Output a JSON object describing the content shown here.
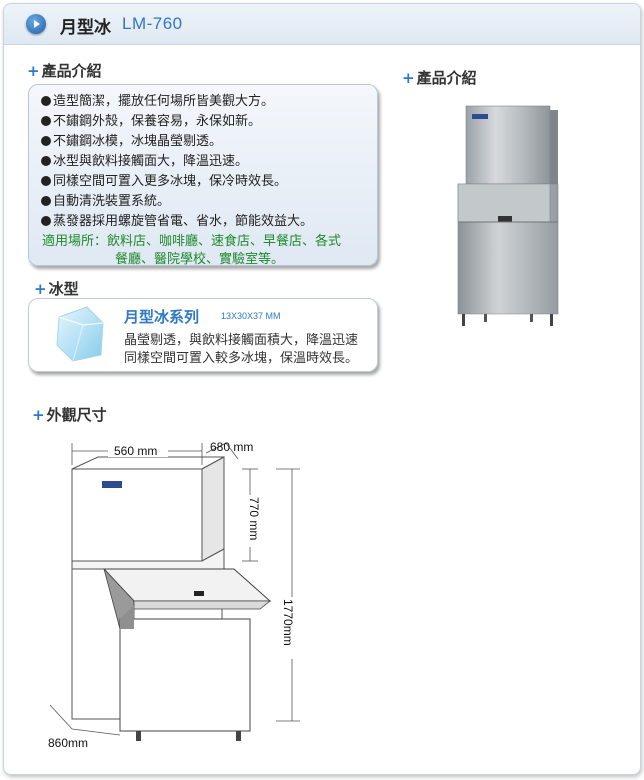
{
  "header": {
    "title_zh": "月型冰",
    "model": "LM-760"
  },
  "intro": {
    "heading": "產品介紹",
    "features": [
      "造型簡潔，擺放任何場所皆美觀大方。",
      "不鏽鋼外殼，保養容易，永保如新。",
      "不鏽鋼冰模，冰塊晶瑩剔透。",
      "冰型與飲料接觸面大，降溫迅速。",
      "同樣空間可置入更多冰塊，保冷時效長。",
      "自動清洗裝置系統。",
      "蒸發器採用螺旋管省電、省水，節能效益大。"
    ],
    "usage_line1": "適用場所：飲料店、咖啡廳、速食店、早餐店、各式",
    "usage_line2": "餐廳、醫院學校、實驗室等。"
  },
  "photo_section": {
    "heading": "產品介紹"
  },
  "ice": {
    "heading": "冰型",
    "name": "月型冰系列",
    "size": "13X30X37 MM",
    "desc_line1": "晶瑩剔透，與飲料接觸面積大，降溫迅速",
    "desc_line2": "同樣空間可置入較多冰塊，保溫時效長。"
  },
  "dimensions": {
    "heading": "外觀尺寸",
    "width": "560 mm",
    "depth_top": "680 mm",
    "top_height": "770 mm",
    "total_height": "1770mm",
    "depth_bottom": "860mm"
  },
  "colors": {
    "accent": "#2f78c4",
    "usage_green": "#1e8a2a"
  }
}
